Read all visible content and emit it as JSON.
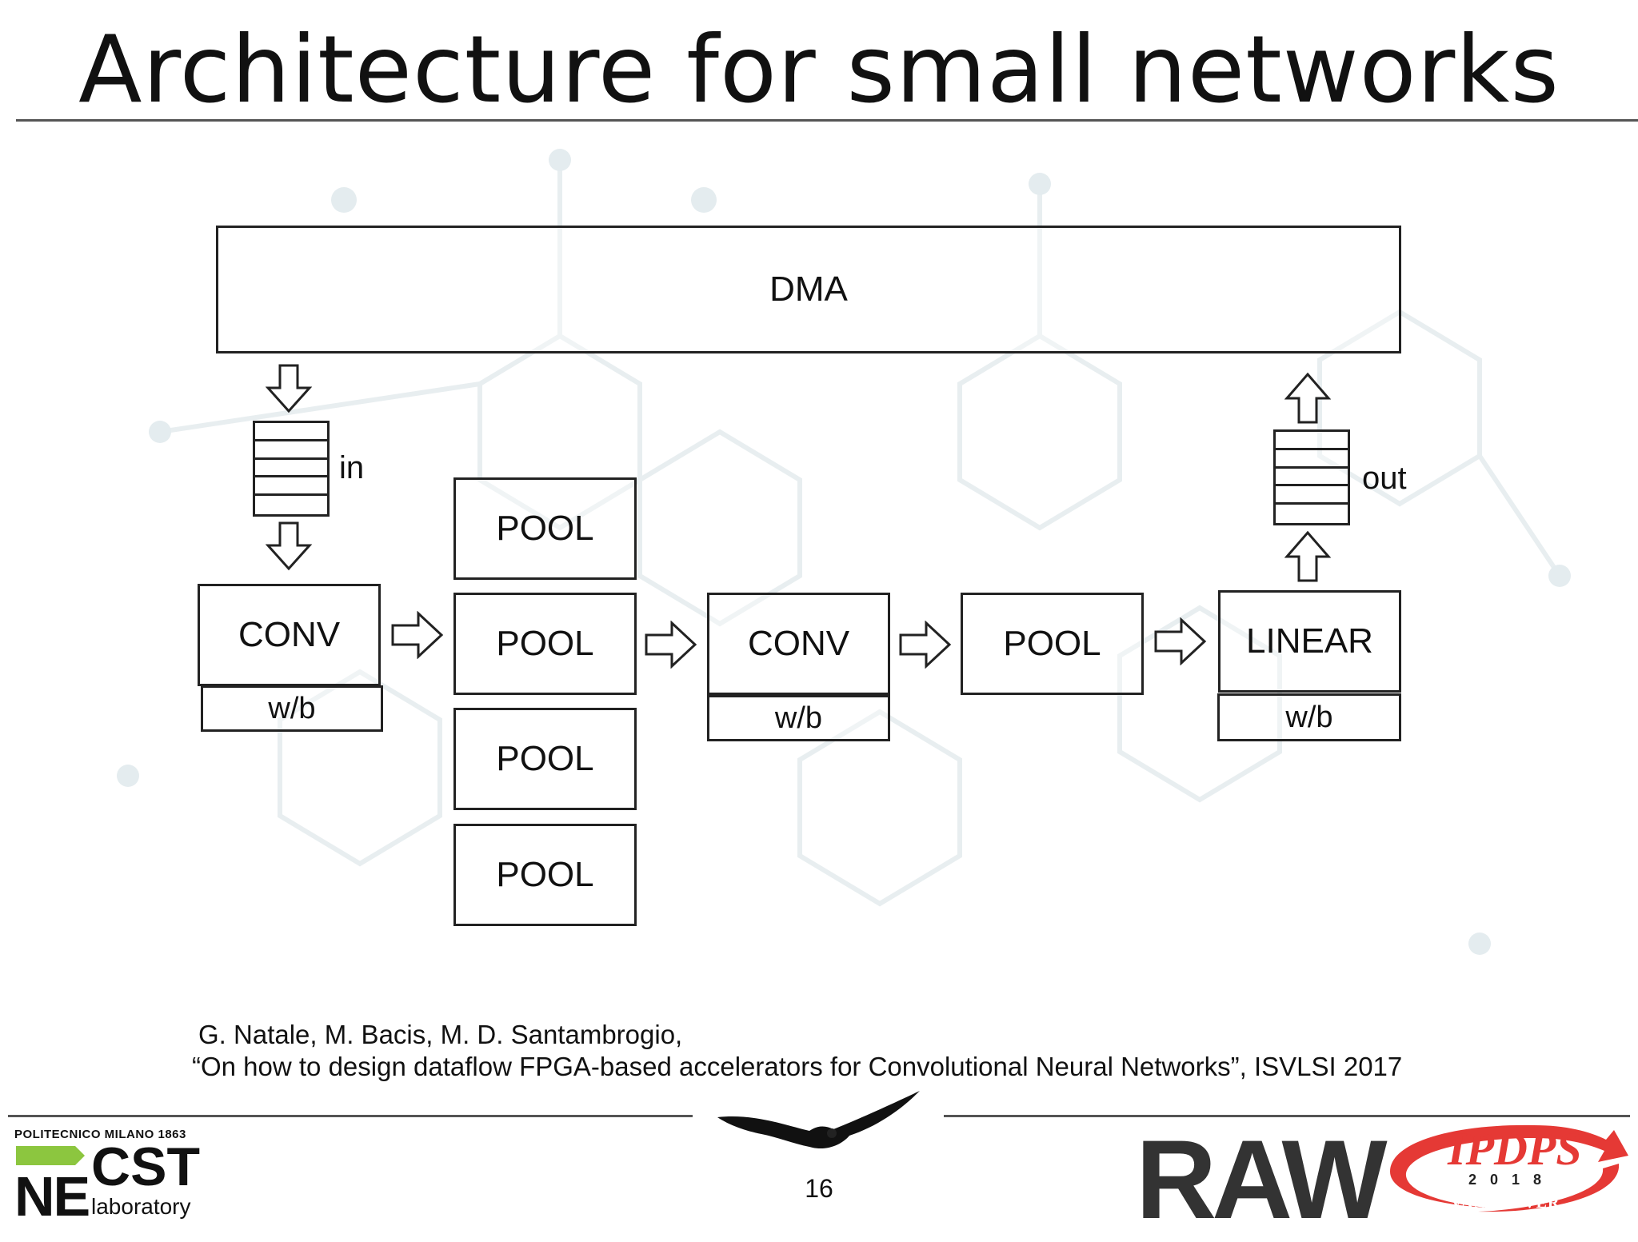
{
  "title": "Architecture for small networks",
  "diagram": {
    "dma": "DMA",
    "in_label": "in",
    "out_label": "out",
    "conv1": {
      "label": "CONV",
      "wb": "w/b"
    },
    "pools": [
      "POOL",
      "POOL",
      "POOL",
      "POOL"
    ],
    "conv2": {
      "label": "CONV",
      "wb": "w/b"
    },
    "pool2": "POOL",
    "linear": {
      "label": "LINEAR",
      "wb": "w/b"
    }
  },
  "citation": {
    "authors": "G. Natale, M. Bacis, M. D. Santambrogio,",
    "paper": "“On how to design dataflow FPGA-based accelerators for Convolutional Neural Networks”, ISVLSI 2017"
  },
  "page_number": "16",
  "logos": {
    "necst_top": "POLITECNICO MILANO 1863",
    "necst_ne": "NE",
    "necst_cst": "CST",
    "necst_lab": "laboratory",
    "raw": "RAW",
    "ipdps": "IPDPS",
    "ipdps_year": "2 0 1 8",
    "ipdps_city": "VANCOUVER"
  },
  "colors": {
    "line": "#555555",
    "necst_green": "#8cc63f",
    "ipdps_red": "#e53935"
  }
}
